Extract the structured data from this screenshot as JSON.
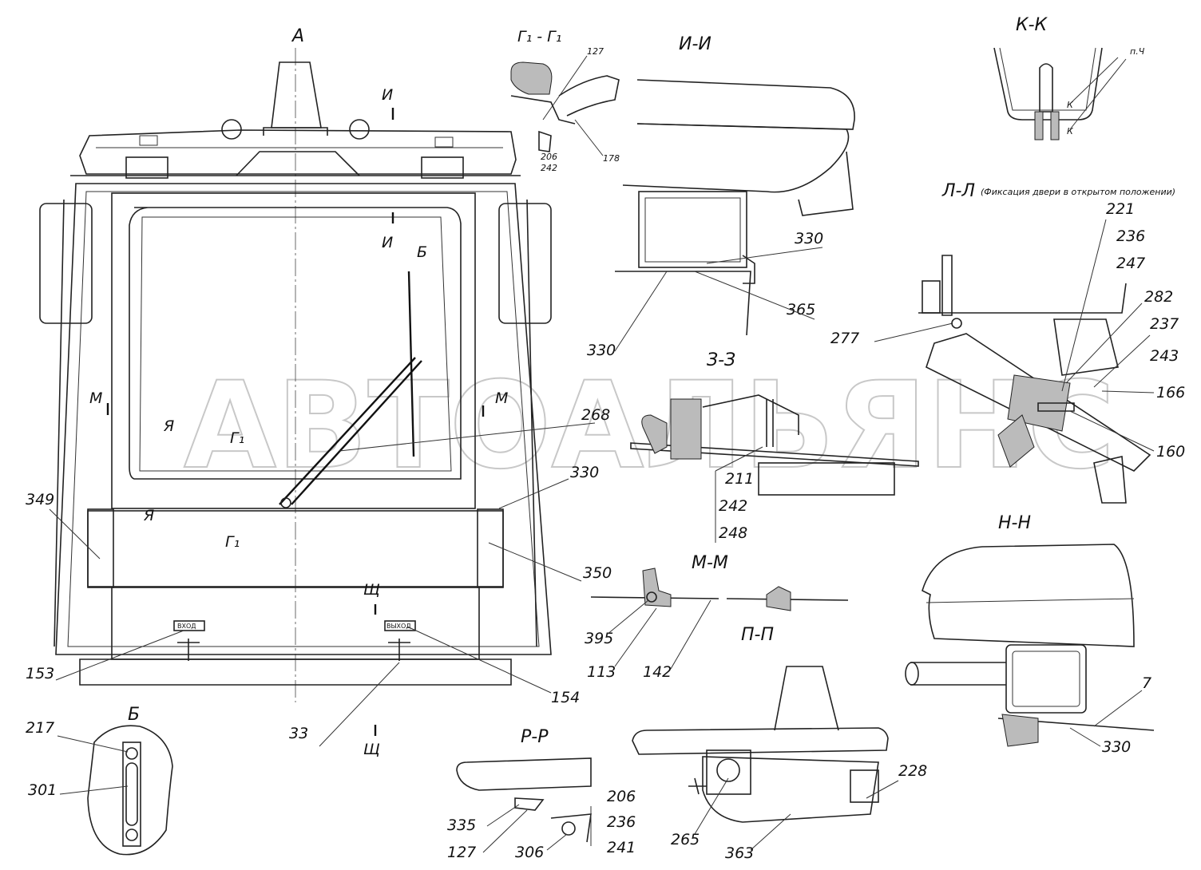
{
  "watermark": "АВТОАЛЬЯНС",
  "views": {
    "main": "А",
    "i_i": "И-И",
    "k_k": "К-К",
    "l_l": "Л-Л",
    "l_l_note": "(Фиксация двери в открытом положении)",
    "z_z": "З-З",
    "m_m": "М-М",
    "n_n": "Н-Н",
    "p_p": "П-П",
    "r_r": "Р-Р",
    "b": "Б",
    "g1_g1": "Г₁ - Г₁"
  },
  "section_marks": {
    "i": "И",
    "ya": "Я",
    "m": "М",
    "g1": "Г₁",
    "b": "Б",
    "shch": "Щ",
    "pch": "п.Ч",
    "k": "К"
  },
  "plates": {
    "left": "ВХОД",
    "right": "ВЫХОД"
  },
  "callouts": {
    "c127": "127",
    "c178": "178",
    "c206a": "206",
    "c242a": "242",
    "c330a": "330",
    "c365": "365",
    "c330b": "330",
    "c221": "221",
    "c236a": "236",
    "c247": "247",
    "c282": "282",
    "c277": "277",
    "c237": "237",
    "c243": "243",
    "c166": "166",
    "c160": "160",
    "c268": "268",
    "c330c": "330",
    "c211": "211",
    "c242b": "242",
    "c248": "248",
    "c349": "349",
    "c350": "350",
    "c395": "395",
    "c113": "113",
    "c142": "142",
    "c153": "153",
    "c154": "154",
    "c33": "33",
    "c7": "7",
    "c330d": "330",
    "c217": "217",
    "c301": "301",
    "c335": "335",
    "c127b": "127",
    "c206b": "206",
    "c236b": "236",
    "c306": "306",
    "c241": "241",
    "c228": "228",
    "c265": "265",
    "c363": "363"
  }
}
